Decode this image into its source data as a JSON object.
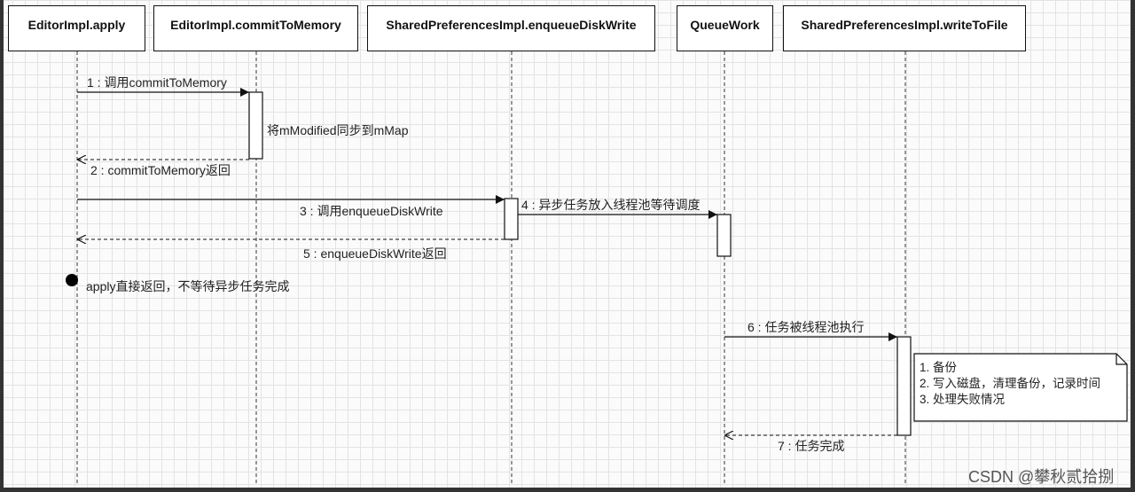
{
  "lifelines": [
    "EditorImpl.apply",
    "EditorImpl.commitToMemory",
    "SharedPreferencesImpl.enqueueDiskWrite",
    "QueueWork",
    "SharedPreferencesImpl.writeToFile"
  ],
  "messages": {
    "m1": "1 : 调用commitToMemory",
    "self_note": "将mModified同步到mMap",
    "m2": "2 : commitToMemory返回",
    "m3": "3 : 调用enqueueDiskWrite",
    "m4": "4 : 异步任务放入线程池等待调度",
    "m5": "5 : enqueueDiskWrite返回",
    "final": "apply直接返回，不等待异步任务完成",
    "m6": "6 : 任务被线程池执行",
    "m7": "7 : 任务完成"
  },
  "note": [
    "1. 备份",
    "2. 写入磁盘，清理备份，记录时间",
    "3. 处理失败情况"
  ],
  "watermark": "CSDN @攀秋贰拾捌",
  "colors": {
    "line": "#111111",
    "grid": "#e3e3e3",
    "background": "#fbfbfb"
  }
}
